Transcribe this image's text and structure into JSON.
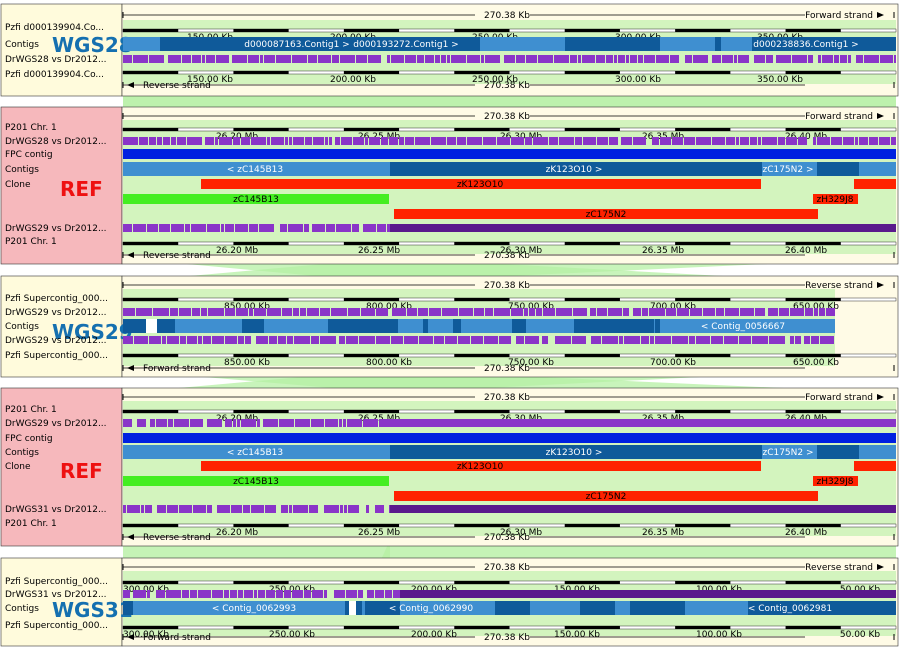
{
  "colors": {
    "synteny": "#b6f0a4",
    "panel_label_bg": "#fffbdc",
    "ref_label_bg": "#f6b8bc",
    "contig_light": "#3f8fd0",
    "contig_dark": "#0f5a9a",
    "hit_purple": "#8a35c8",
    "hit_dark": "#5a1a8c",
    "fpc_blue": "#0020e0",
    "clone_red": "#ff2200",
    "clone_green": "#44ee22",
    "wgs_label": "#1570b0",
    "ref_label": "#ee1111"
  },
  "panels": [
    {
      "id": "wgs28",
      "big_label": "WGS28",
      "is_ref": false,
      "top_ruler": {
        "span": "270.38 Kb",
        "strand": "Forward strand"
      },
      "bottom_ruler": {
        "span": "270.38 Kb",
        "strand": "Reverse strand"
      },
      "top_ticks": [
        "150.00 Kb",
        "200.00 Kb",
        "250.00 Kb",
        "300.00 Kb",
        "350.00 Kb"
      ],
      "bottom_ticks": [
        "150.00 Kb",
        "200.00 Kb",
        "250.00 Kb",
        "300.00 Kb",
        "350.00 Kb"
      ],
      "rows": [
        {
          "label": "Pzfi d000139904.Co...",
          "type": "axis-top"
        },
        {
          "label": "Contigs",
          "type": "contigs",
          "bars": [
            "d000087163.Contig1 >",
            "d000193272.Contig1 >",
            "d000238836.Contig1 >"
          ]
        },
        {
          "label": "DrWGS28 vs Dr2012...",
          "type": "hits"
        },
        {
          "label": "Pzfi d000139904.Co...",
          "type": "axis-bottom"
        }
      ]
    },
    {
      "id": "ref1",
      "big_label": "REF",
      "is_ref": true,
      "top_ruler": {
        "span": "270.38 Kb",
        "strand": "Forward strand"
      },
      "bottom_ruler": {
        "span": "270.38 Kb",
        "strand": "Reverse strand"
      },
      "top_ticks": [
        "26.20 Mb",
        "26.25 Mb",
        "26.30 Mb",
        "26.35 Mb",
        "26.40 Mb"
      ],
      "bottom_ticks": [
        "26.20 Mb",
        "26.25 Mb",
        "26.30 Mb",
        "26.35 Mb",
        "26.40 Mb"
      ],
      "rows": [
        {
          "label": "P201 Chr. 1",
          "type": "axis-top"
        },
        {
          "label": "DrWGS28 vs Dr2012...",
          "type": "hits"
        },
        {
          "label": "FPC contig",
          "type": "fpc"
        },
        {
          "label": "Contigs",
          "type": "ref-contigs",
          "bars": [
            "< zC145B13",
            "zK123O10 >",
            "zC175N2 >"
          ]
        },
        {
          "label": "Clone",
          "type": "clones",
          "bars": [
            "zK123O10",
            "zC145B13",
            "zH329J8",
            "zC175N2"
          ]
        },
        {
          "label": "DrWGS29 vs Dr2012...",
          "type": "hits"
        },
        {
          "label": "P201 Chr. 1",
          "type": "axis-bottom"
        }
      ]
    },
    {
      "id": "wgs29",
      "big_label": "WGS29",
      "is_ref": false,
      "top_ruler": {
        "span": "270.38 Kb",
        "strand": "Reverse strand"
      },
      "bottom_ruler": {
        "span": "270.38 Kb",
        "strand": "Forward strand"
      },
      "top_ticks": [
        "850.00 Kb",
        "800.00 Kb",
        "750.00 Kb",
        "700.00 Kb",
        "650.00 Kb"
      ],
      "bottom_ticks": [
        "850.00 Kb",
        "800.00 Kb",
        "750.00 Kb",
        "700.00 Kb",
        "650.00 Kb"
      ],
      "rows": [
        {
          "label": "Pzfi Supercontig_000...",
          "type": "axis-top"
        },
        {
          "label": "DrWGS29 vs Dr2012...",
          "type": "hits"
        },
        {
          "label": "Contigs",
          "type": "contigs",
          "bars": [
            "< Contig_0056667"
          ]
        },
        {
          "label": "DrWGS29 vs Dr2012...",
          "type": "hits"
        },
        {
          "label": "Pzfi Supercontig_000...",
          "type": "axis-bottom"
        }
      ]
    },
    {
      "id": "ref2",
      "big_label": "REF",
      "is_ref": true,
      "top_ruler": {
        "span": "270.38 Kb",
        "strand": "Forward strand"
      },
      "bottom_ruler": {
        "span": "270.38 Kb",
        "strand": "Reverse strand"
      },
      "top_ticks": [
        "26.20 Mb",
        "26.25 Mb",
        "26.30 Mb",
        "26.35 Mb",
        "26.40 Mb"
      ],
      "bottom_ticks": [
        "26.20 Mb",
        "26.25 Mb",
        "26.30 Mb",
        "26.35 Mb",
        "26.40 Mb"
      ],
      "rows": [
        {
          "label": "P201 Chr. 1",
          "type": "axis-top"
        },
        {
          "label": "DrWGS29 vs Dr2012...",
          "type": "hits"
        },
        {
          "label": "FPC contig",
          "type": "fpc"
        },
        {
          "label": "Contigs",
          "type": "ref-contigs",
          "bars": [
            "< zC145B13",
            "zK123O10 >",
            "zC175N2 >"
          ]
        },
        {
          "label": "Clone",
          "type": "clones",
          "bars": [
            "zK123O10",
            "zC145B13",
            "zH329J8",
            "zC175N2"
          ]
        },
        {
          "label": "DrWGS31 vs Dr2012...",
          "type": "hits"
        },
        {
          "label": "P201 Chr. 1",
          "type": "axis-bottom"
        }
      ]
    },
    {
      "id": "wgs31",
      "big_label": "WGS31",
      "is_ref": false,
      "top_ruler": {
        "span": "270.38 Kb",
        "strand": "Reverse strand"
      },
      "bottom_ruler": {
        "span": "270.38 Kb",
        "strand": "Forward strand"
      },
      "top_ticks": [
        "300.00 Kb",
        "250.00 Kb",
        "200.00 Kb",
        "150.00 Kb",
        "100.00 Kb",
        "50.00 Kb"
      ],
      "bottom_ticks": [
        "300.00 Kb",
        "250.00 Kb",
        "200.00 Kb",
        "150.00 Kb",
        "100.00 Kb",
        "50.00 Kb"
      ],
      "rows": [
        {
          "label": "Pzfi Supercontig_000...",
          "type": "axis-top"
        },
        {
          "label": "DrWGS31 vs Dr2012...",
          "type": "hits"
        },
        {
          "label": "Contigs",
          "type": "contigs",
          "bars": [
            "< Contig_0062993",
            "< Contig_0062990",
            "< Contig_0062981"
          ]
        },
        {
          "label": "Pzfi Supercontig_000...",
          "type": "axis-bottom"
        }
      ]
    }
  ]
}
